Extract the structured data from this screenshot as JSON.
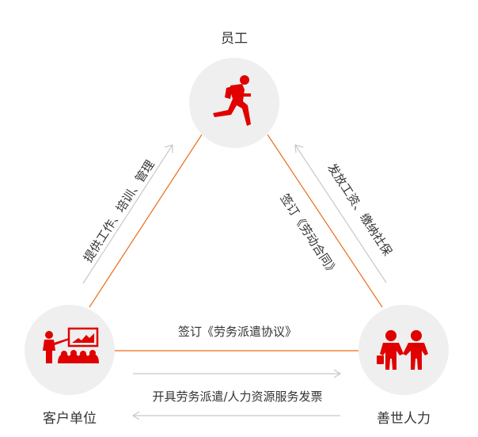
{
  "nodes": {
    "employee": {
      "label": "员工",
      "icon": "running-person-icon"
    },
    "client": {
      "label": "客户单位",
      "icon": "presentation-audience-icon"
    },
    "company": {
      "label": "善世人力",
      "icon": "handshake-people-icon"
    }
  },
  "edges": {
    "client_to_employee": "提供工作、培训、管理",
    "company_to_employee_sign": "签订《劳动合同》",
    "company_to_employee_pay": "发放工资、缴纳社保",
    "client_company_sign": "签订《劳务派遣协议》",
    "company_to_client_invoice": "开具劳务派遣/人力资源服务发票"
  },
  "colors": {
    "accent": "#e00000",
    "line": "#ee6a1a",
    "arrow": "#c8c8c8",
    "circle_bg": "#efefef"
  }
}
